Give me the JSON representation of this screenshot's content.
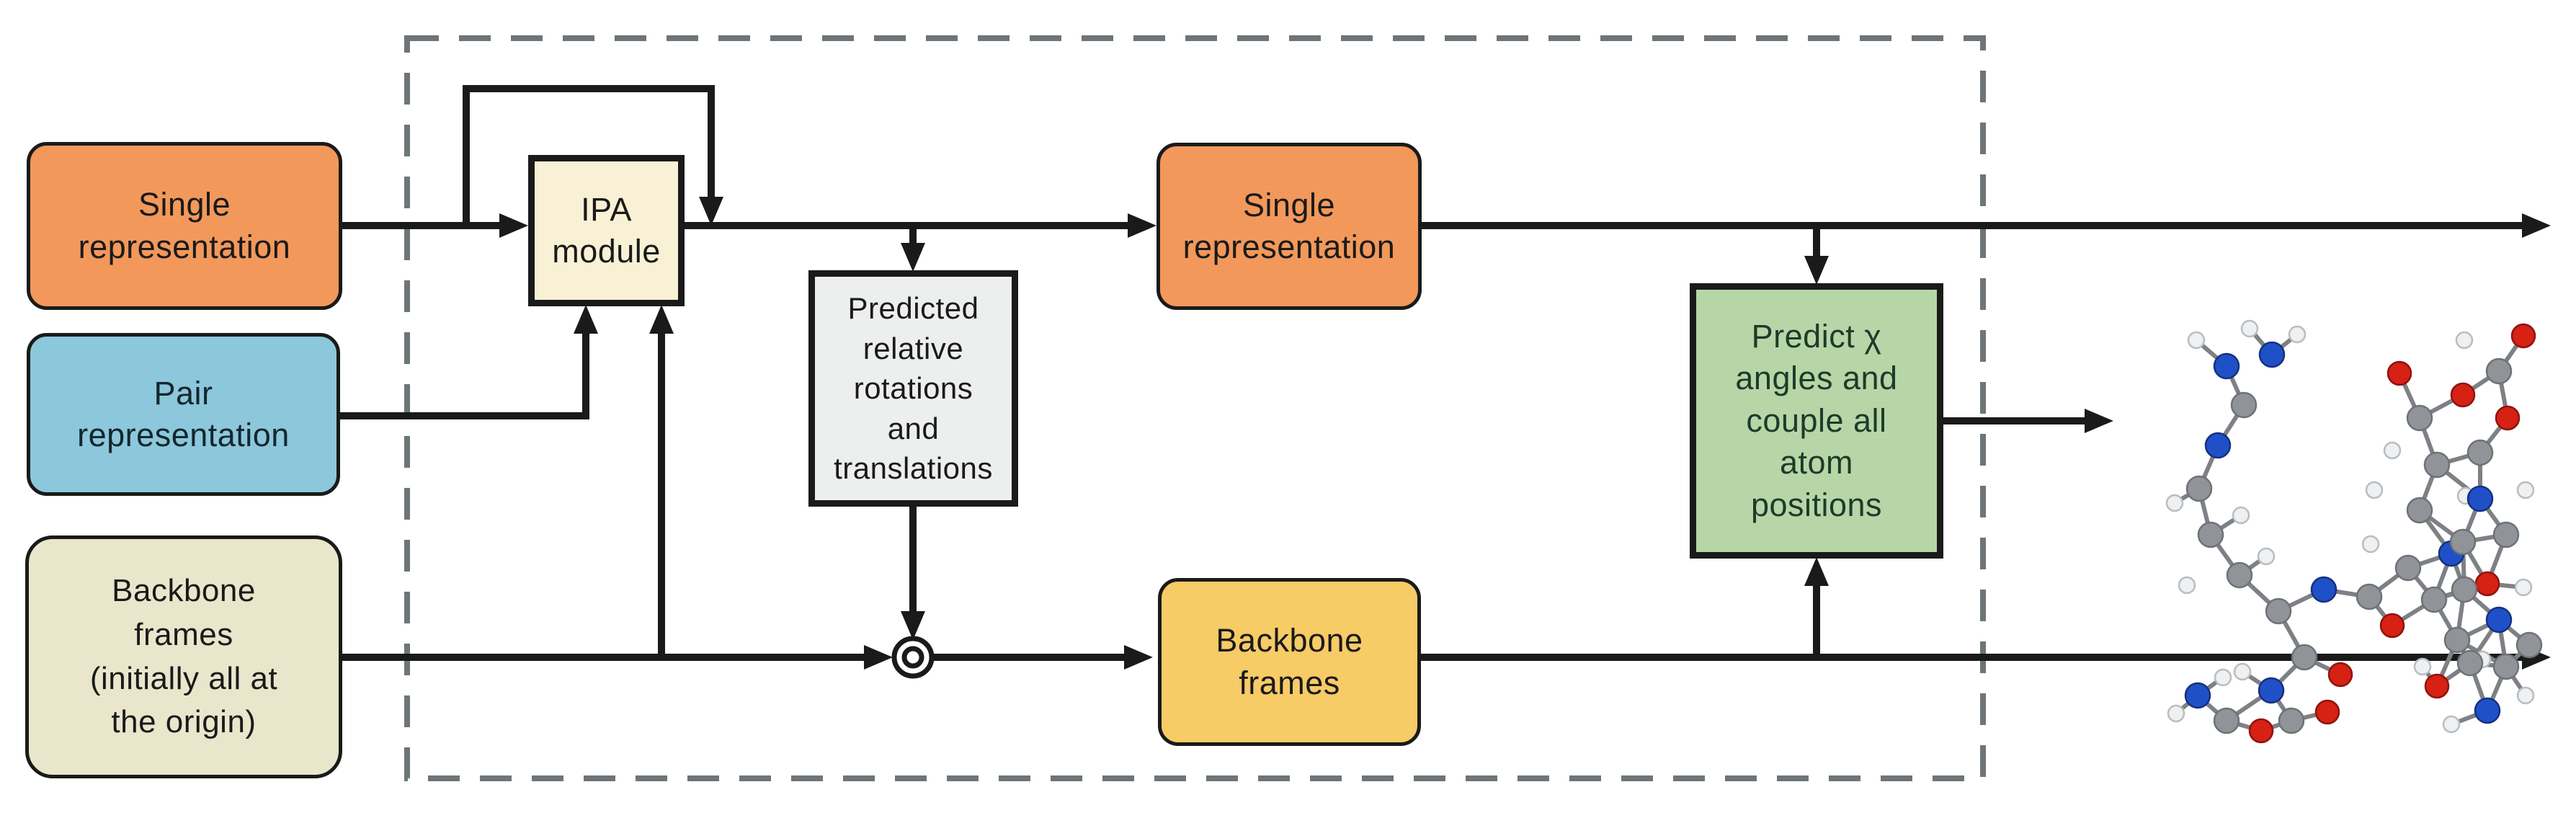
{
  "figure": {
    "background": "#ffffff",
    "colors": {
      "line": "#1a1a1a",
      "dashed_border": "#6d7578",
      "molecule_carbon": "#909498",
      "molecule_nitrogen": "#2050c8",
      "molecule_oxygen": "#d62114",
      "molecule_hydrogen": "#eef0f1"
    },
    "boxes": {
      "single_rep_input": {
        "label": "Single\nrepresentation",
        "fill": "#f2985b",
        "text_color": "#1a1a1a"
      },
      "pair_rep_input": {
        "label": "Pair\nrepresentation",
        "fill": "#8cc7db",
        "text_color": "#14262e"
      },
      "backbone_frames_input": {
        "label": "Backbone\nframes\n(initially all at\nthe origin)",
        "fill": "#e9e6cc",
        "text_color": "#1a1a1a"
      },
      "ipa_module": {
        "label": "IPA\nmodule",
        "fill": "#f8f1d5",
        "text_color": "#1a1a1a"
      },
      "predicted_rotations": {
        "label": "Predicted\nrelative\nrotations\nand\ntranslations",
        "fill": "#edeeee",
        "text_color": "#1a1a1a"
      },
      "single_rep_output": {
        "label": "Single\nrepresentation",
        "fill": "#f2985b",
        "text_color": "#1a1a1a"
      },
      "backbone_frames_output": {
        "label": "Backbone\nframes",
        "fill": "#f7cb66",
        "text_color": "#1a1a1a"
      },
      "predict_chi": {
        "label": "Predict χ\nangles and\ncouple all\natom\npositions",
        "fill": "#b6d6a8",
        "text_color": "#1e3a28"
      }
    },
    "icons": {
      "compose_operator": "circled-ring-icon",
      "protein_structure": "ball-and-stick-molecule"
    }
  }
}
